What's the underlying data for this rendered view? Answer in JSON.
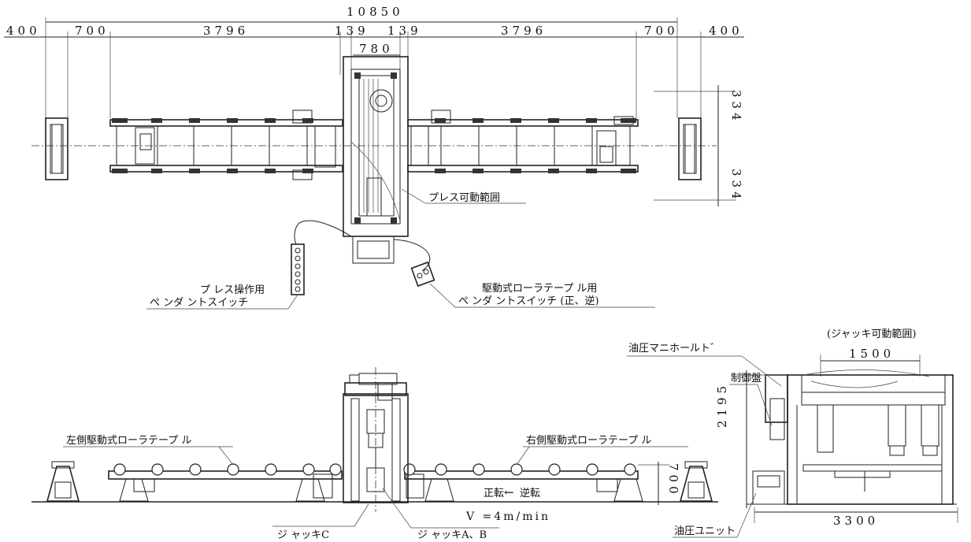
{
  "dimensions": {
    "total_width": "10850",
    "top_row": [
      "400",
      "700",
      "3796",
      "139",
      "139",
      "3796",
      "700",
      "400"
    ],
    "press_width": "780",
    "right_offsets": [
      "334",
      "334"
    ],
    "unit_height": "2195",
    "unit_width_top": "1500",
    "unit_width_bottom": "3300",
    "table_height": "700"
  },
  "labels": {
    "press_range": "プレス可動範囲",
    "press_pendant_1": "プ レス操作用",
    "press_pendant_2": "ぺ ンダ ントスイッチ",
    "drive_pendant_1": "駆動式ローラテープ ル用",
    "drive_pendant_2": "ぺ ンダ ントスイッチ (正、逆)",
    "left_table": "左側駆動式ローラテープ ル",
    "right_table": "右側駆動式ローラテープ ル",
    "jack_c": "ジ ャッキC",
    "jack_ab": "ジ ャッキA、B",
    "forward": "正転",
    "arrow": "←",
    "reverse": "逆転",
    "speed": "V =4m/min",
    "jack_range": "(ジャッキ可動範囲)",
    "manifold": "油圧マニホールト゛",
    "control_panel": "制御盤",
    "hydraulic_unit": "油圧ユニット"
  }
}
